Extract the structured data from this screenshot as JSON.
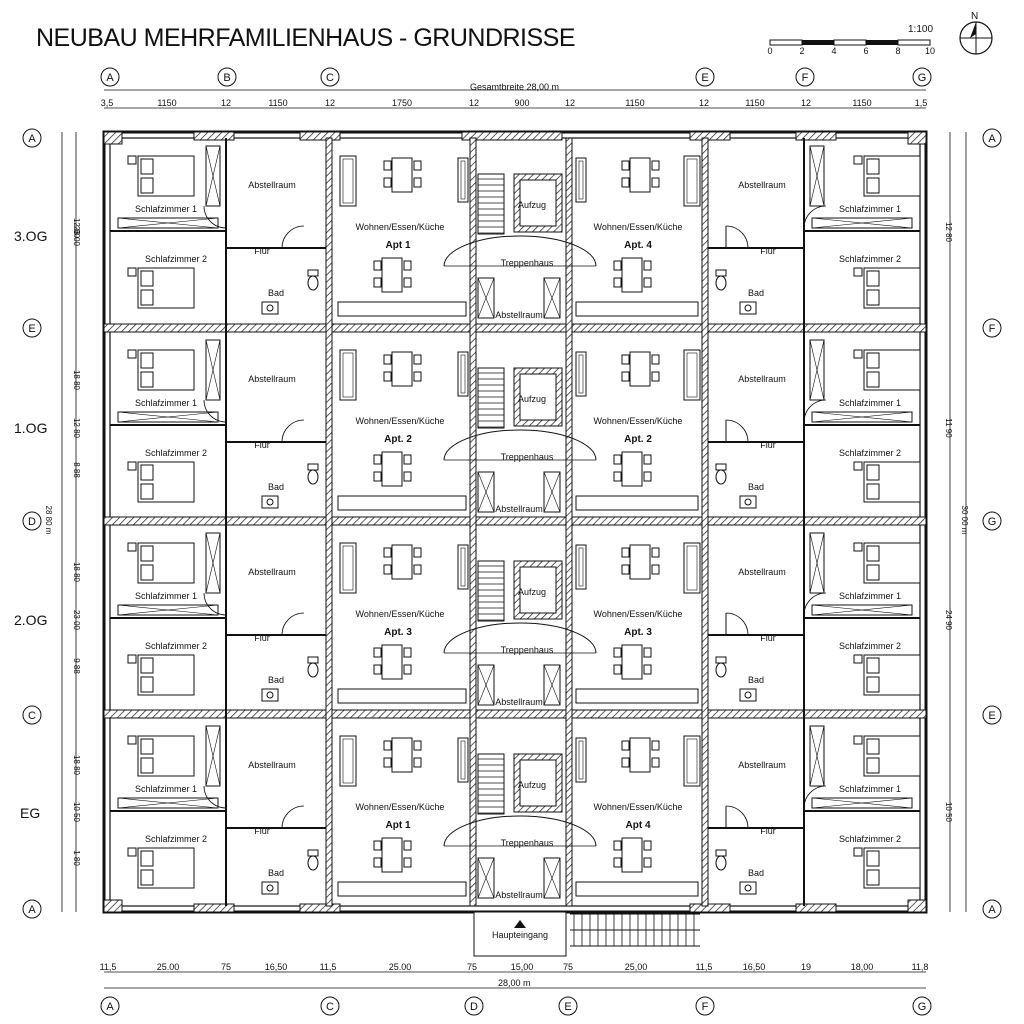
{
  "title": "NEUBAU MEHRFAMILIENHAUS - GRUNDRISSE",
  "scale": {
    "label": "1:100",
    "ticks": [
      "0",
      "2",
      "4",
      "6",
      "8",
      "10"
    ]
  },
  "north": "N",
  "total_width_label_top": "Gesamtbreite 28,00 m",
  "total_width_label_bottom": "28,00 m",
  "top_dims": [
    "3,5",
    "1150",
    "12",
    "1150",
    "12",
    "1750",
    "12",
    "900",
    "12",
    "1150",
    "12",
    "1150",
    "12",
    "1150",
    "1,5"
  ],
  "bottom_dims": [
    "11,5",
    "25.00",
    "75",
    "16,50",
    "11,5",
    "25.00",
    "75",
    "15,00",
    "75",
    "25,00",
    "11,5",
    "16,50",
    "19",
    "18,00",
    "11,8"
  ],
  "axis_top": [
    "A",
    "B",
    "C",
    "E",
    "F",
    "G"
  ],
  "axis_bottom": [
    "A",
    "C",
    "D",
    "E",
    "F",
    "G"
  ],
  "axis_left": [
    "A",
    "E",
    "D",
    "C",
    "A"
  ],
  "axis_right": [
    "A",
    "F",
    "G",
    "E",
    "A"
  ],
  "floors": [
    "3.OG",
    "1.OG",
    "2.OG",
    "EG"
  ],
  "left_dims": [
    "12 80",
    "23 00",
    "18 80",
    "12 80",
    "8 88",
    "28 80 m",
    "18 80",
    "23 00",
    "9 88",
    "18 80",
    "10 50",
    "1 80"
  ],
  "right_dims": [
    "12 80",
    "11 90",
    "30 00 m",
    "24 90",
    "10 50"
  ],
  "rooms": {
    "schlaf1": "Schlafzimmer 1",
    "schlaf2": "Schlafzimmer 2",
    "abstell": "Abstellraum",
    "flur": "Flur",
    "bad": "Bad",
    "wek": "Wohnen/Essen/Küche",
    "treppe": "Treppenhaus",
    "aufzug": "Aufzug",
    "eingang": "Haupteingang"
  },
  "apartments": {
    "r1_left": "Apt 1",
    "r1_right": "Apt. 4",
    "r2_left": "Apt. 2",
    "r2_right": "Apt. 2",
    "r3_left": "Apt. 3",
    "r3_right": "Apt. 3",
    "r4_left": "Apt 1",
    "r4_right": "Apt 4"
  }
}
